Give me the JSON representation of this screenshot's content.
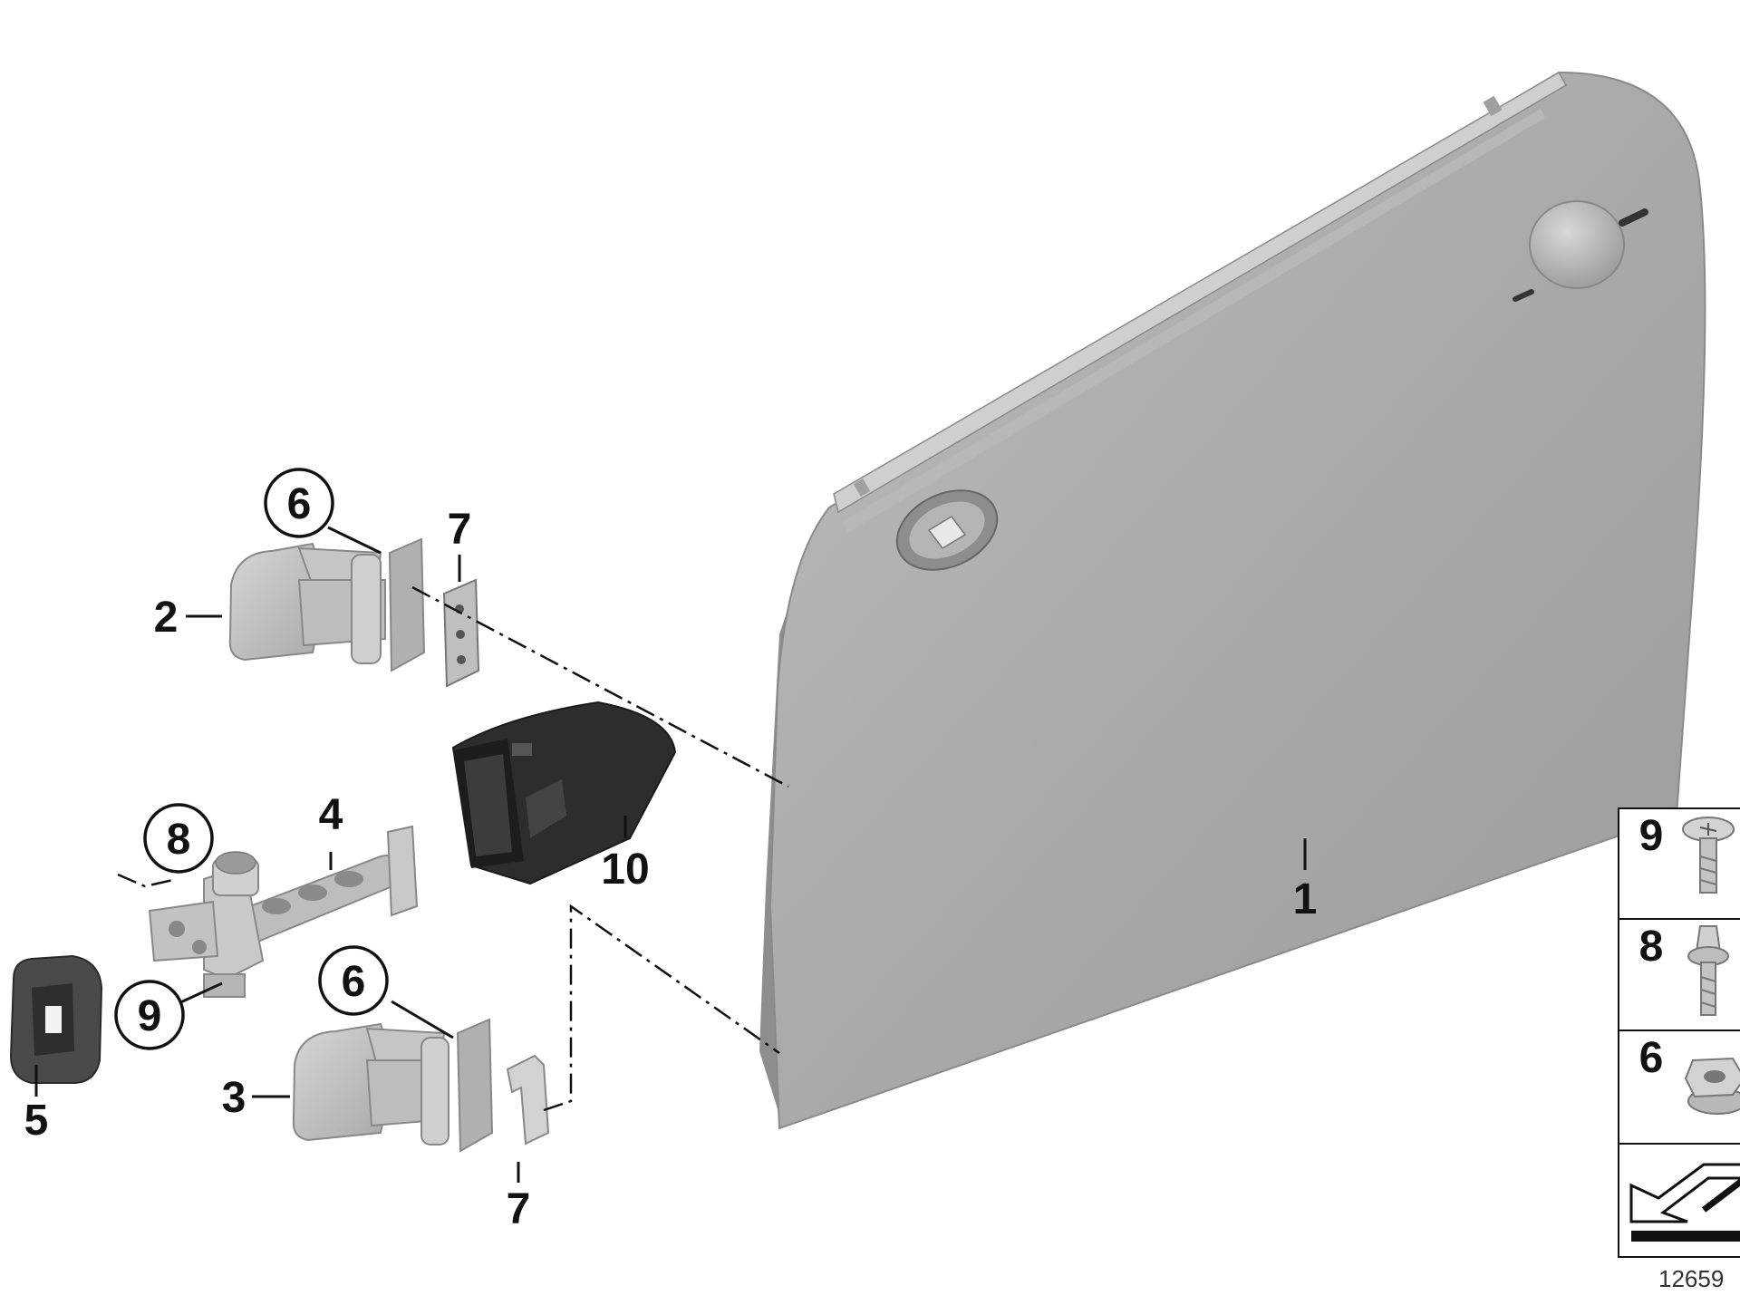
{
  "callouts": {
    "c1": "1",
    "c2": "2",
    "c3": "3",
    "c4": "4",
    "c5": "5",
    "c6_upper": "6",
    "c6_lower": "6",
    "c7_upper": "7",
    "c7_lower": "7",
    "c8": "8",
    "c9": "9",
    "c10": "10"
  },
  "legend": {
    "rows": [
      {
        "number": "9",
        "part": "screw-icon"
      },
      {
        "number": "8",
        "part": "bolt-icon"
      },
      {
        "number": "6",
        "part": "nut-icon"
      },
      {
        "number": "",
        "part": "arrow-icon"
      }
    ]
  },
  "diagram_id": "12659"
}
